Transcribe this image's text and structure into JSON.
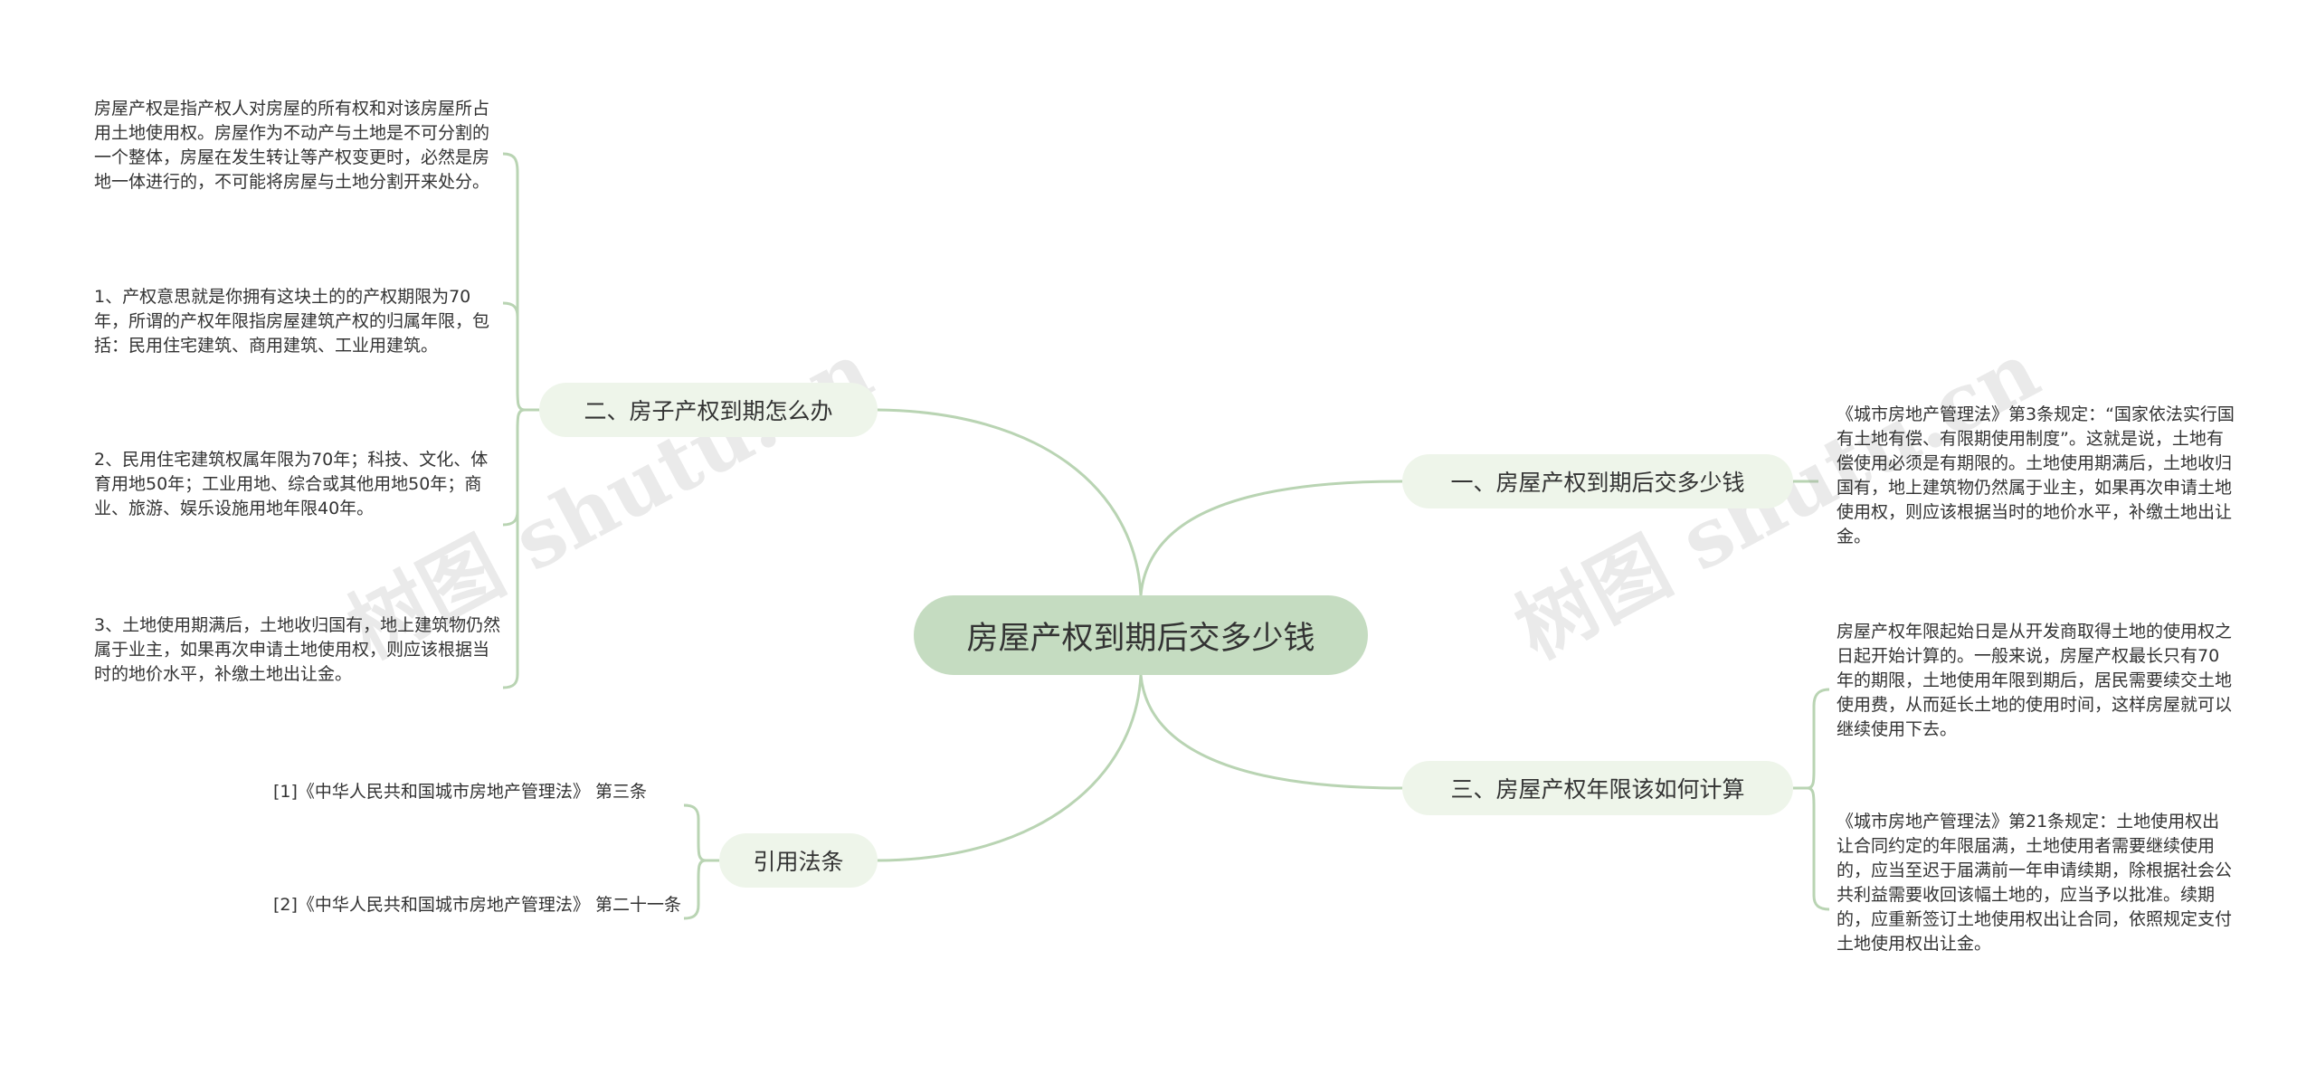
{
  "colors": {
    "root_fill": "#c5dcc1",
    "branch_fill": "#eef5ea",
    "connector": "#b9d4b3",
    "text": "#333333"
  },
  "root": {
    "label": "房屋产权到期后交多少钱"
  },
  "branches": {
    "left_1": {
      "label": "二、房子产权到期怎么办",
      "leaves": [
        "房屋产权是指产权人对房屋的所有权和对该房屋所占用土地使用权。房屋作为不动产与土地是不可分割的一个整体，房屋在发生转让等产权变更时，必然是房地一体进行的，不可能将房屋与土地分割开来处分。",
        "1、产权意思就是你拥有这块土的的产权期限为70年，所谓的产权年限指房屋建筑产权的归属年限，包括：民用住宅建筑、商用建筑、工业用建筑。",
        "2、民用住宅建筑权属年限为70年；科技、文化、体育用地50年；工业用地、综合或其他用地50年；商业、旅游、娱乐设施用地年限40年。",
        "3、土地使用期满后，土地收归国有，地上建筑物仍然属于业主，如果再次申请土地使用权，则应该根据当时的地价水平，补缴土地出让金。"
      ]
    },
    "left_2": {
      "label": "引用法条",
      "leaves": [
        "[1]《中华人民共和国城市房地产管理法》 第三条",
        "[2]《中华人民共和国城市房地产管理法》 第二十一条"
      ]
    },
    "right_1": {
      "label": "一、房屋产权到期后交多少钱",
      "leaves": [
        "《城市房地产管理法》第3条规定：“国家依法实行国有土地有偿、有限期使用制度”。这就是说，土地有偿使用必须是有期限的。土地使用期满后，土地收归国有，地上建筑物仍然属于业主，如果再次申请土地使用权，则应该根据当时的地价水平，补缴土地出让金。"
      ]
    },
    "right_2": {
      "label": "三、房屋产权年限该如何计算",
      "leaves": [
        "房屋产权年限起始日是从开发商取得土地的使用权之日起开始计算的。一般来说，房屋产权最长只有70年的期限，土地使用年限到期后，居民需要续交土地使用费，从而延长土地的使用时间，这样房屋就可以继续使用下去。",
        "《城市房地产管理法》第21条规定：土地使用权出让合同约定的年限届满，土地使用者需要继续使用的，应当至迟于届满前一年申请续期，除根据社会公共利益需要收回该幅土地的，应当予以批准。续期的，应重新签订土地使用权出让合同，依照规定支付土地使用权出让金。"
      ]
    }
  },
  "watermarks": [
    "树图 shutu.cn",
    "树图 shutu.cn"
  ]
}
